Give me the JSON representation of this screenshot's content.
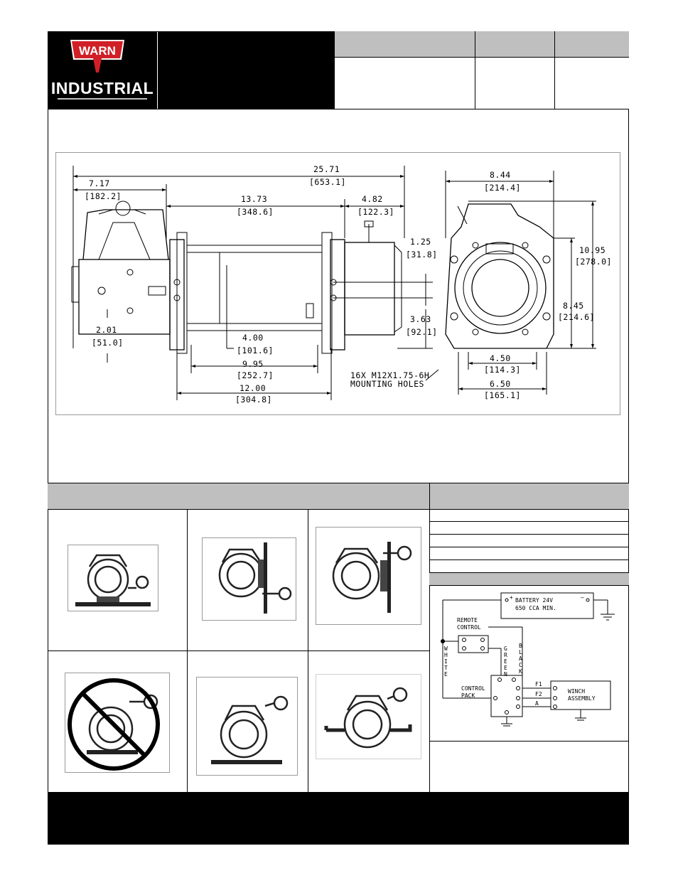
{
  "brand": {
    "logo_top": "WARN",
    "logo_bottom": "INDUSTRIAL"
  },
  "dimensions": {
    "overall_length": "25.71",
    "overall_length_mm": "[653.1]",
    "motor_end": "7.17",
    "motor_end_mm": "[182.2]",
    "drum_section": "13.73",
    "drum_section_mm": "[348.6]",
    "gear_end": "4.82",
    "gear_end_mm": "[122.3]",
    "hole_offset": "1.25",
    "hole_offset_mm": "[31.8]",
    "hole_height": "3.63",
    "hole_height_mm": "[92.1]",
    "base_offset": "2.01",
    "base_offset_mm": "[51.0]",
    "drum_dia": "4.00",
    "drum_dia_mm": "[101.6]",
    "drum_length": "9.95",
    "drum_length_mm": "[252.7]",
    "mount_length": "12.00",
    "mount_length_mm": "[304.8]",
    "end_width": "8.44",
    "end_width_mm": "[214.4]",
    "total_height": "10.95",
    "total_height_mm": "[278.0]",
    "body_height": "8.45",
    "body_height_mm": "[214.6]",
    "bolt_spacing": "4.50",
    "bolt_spacing_mm": "[114.3]",
    "base_width": "6.50",
    "base_width_mm": "[165.1]",
    "holes_note_1": "16X M12X1.75-6H",
    "holes_note_2": "MOUNTING HOLES"
  },
  "wiring": {
    "battery_1": "BATTERY 24V",
    "battery_2": "650 CCA MIN.",
    "plus": "+",
    "minus": "–",
    "remote_1": "REMOTE",
    "remote_2": "CONTROL",
    "white": "WHITE",
    "green": "GREEN",
    "black": "BLACK",
    "pack_1": "CONTROL",
    "pack_2": "PACK",
    "f1": "F1",
    "f2": "F2",
    "a": "A",
    "winch_1": "WINCH",
    "winch_2": "ASSEMBLY"
  }
}
